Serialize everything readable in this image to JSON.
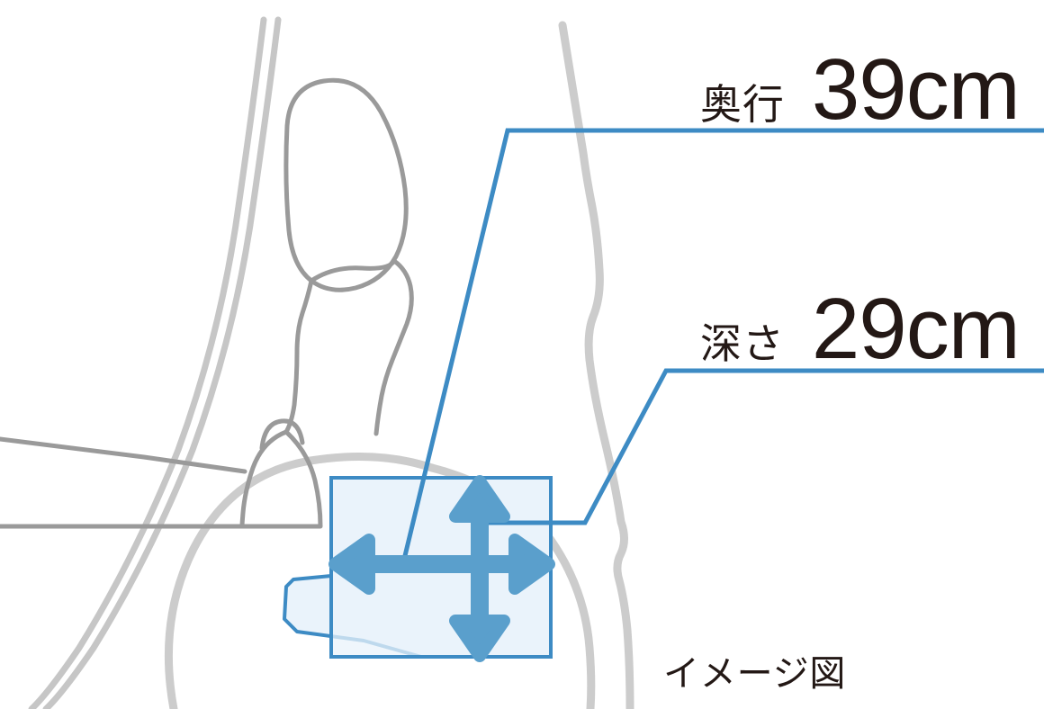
{
  "figure": {
    "caption": "イメージ図",
    "colors": {
      "line_blue": "#3d8bc4",
      "arrow_blue": "#5a9fcc",
      "fill_blue": "#eaf3fb",
      "body_gray": "#cccccc",
      "detail_gray": "#9a9a9a",
      "text": "#231815"
    }
  },
  "measurements": [
    {
      "id": "depth-front",
      "term": "奥行",
      "value": "39cm",
      "axis": "horizontal"
    },
    {
      "id": "depth-down",
      "term": "深さ",
      "value": "29cm",
      "axis": "vertical"
    }
  ],
  "annotations": {
    "horizontal_arrow_name": "horizontal-dimension-arrow",
    "vertical_arrow_name": "vertical-dimension-arrow",
    "region_name": "highlighted-basin-region"
  }
}
